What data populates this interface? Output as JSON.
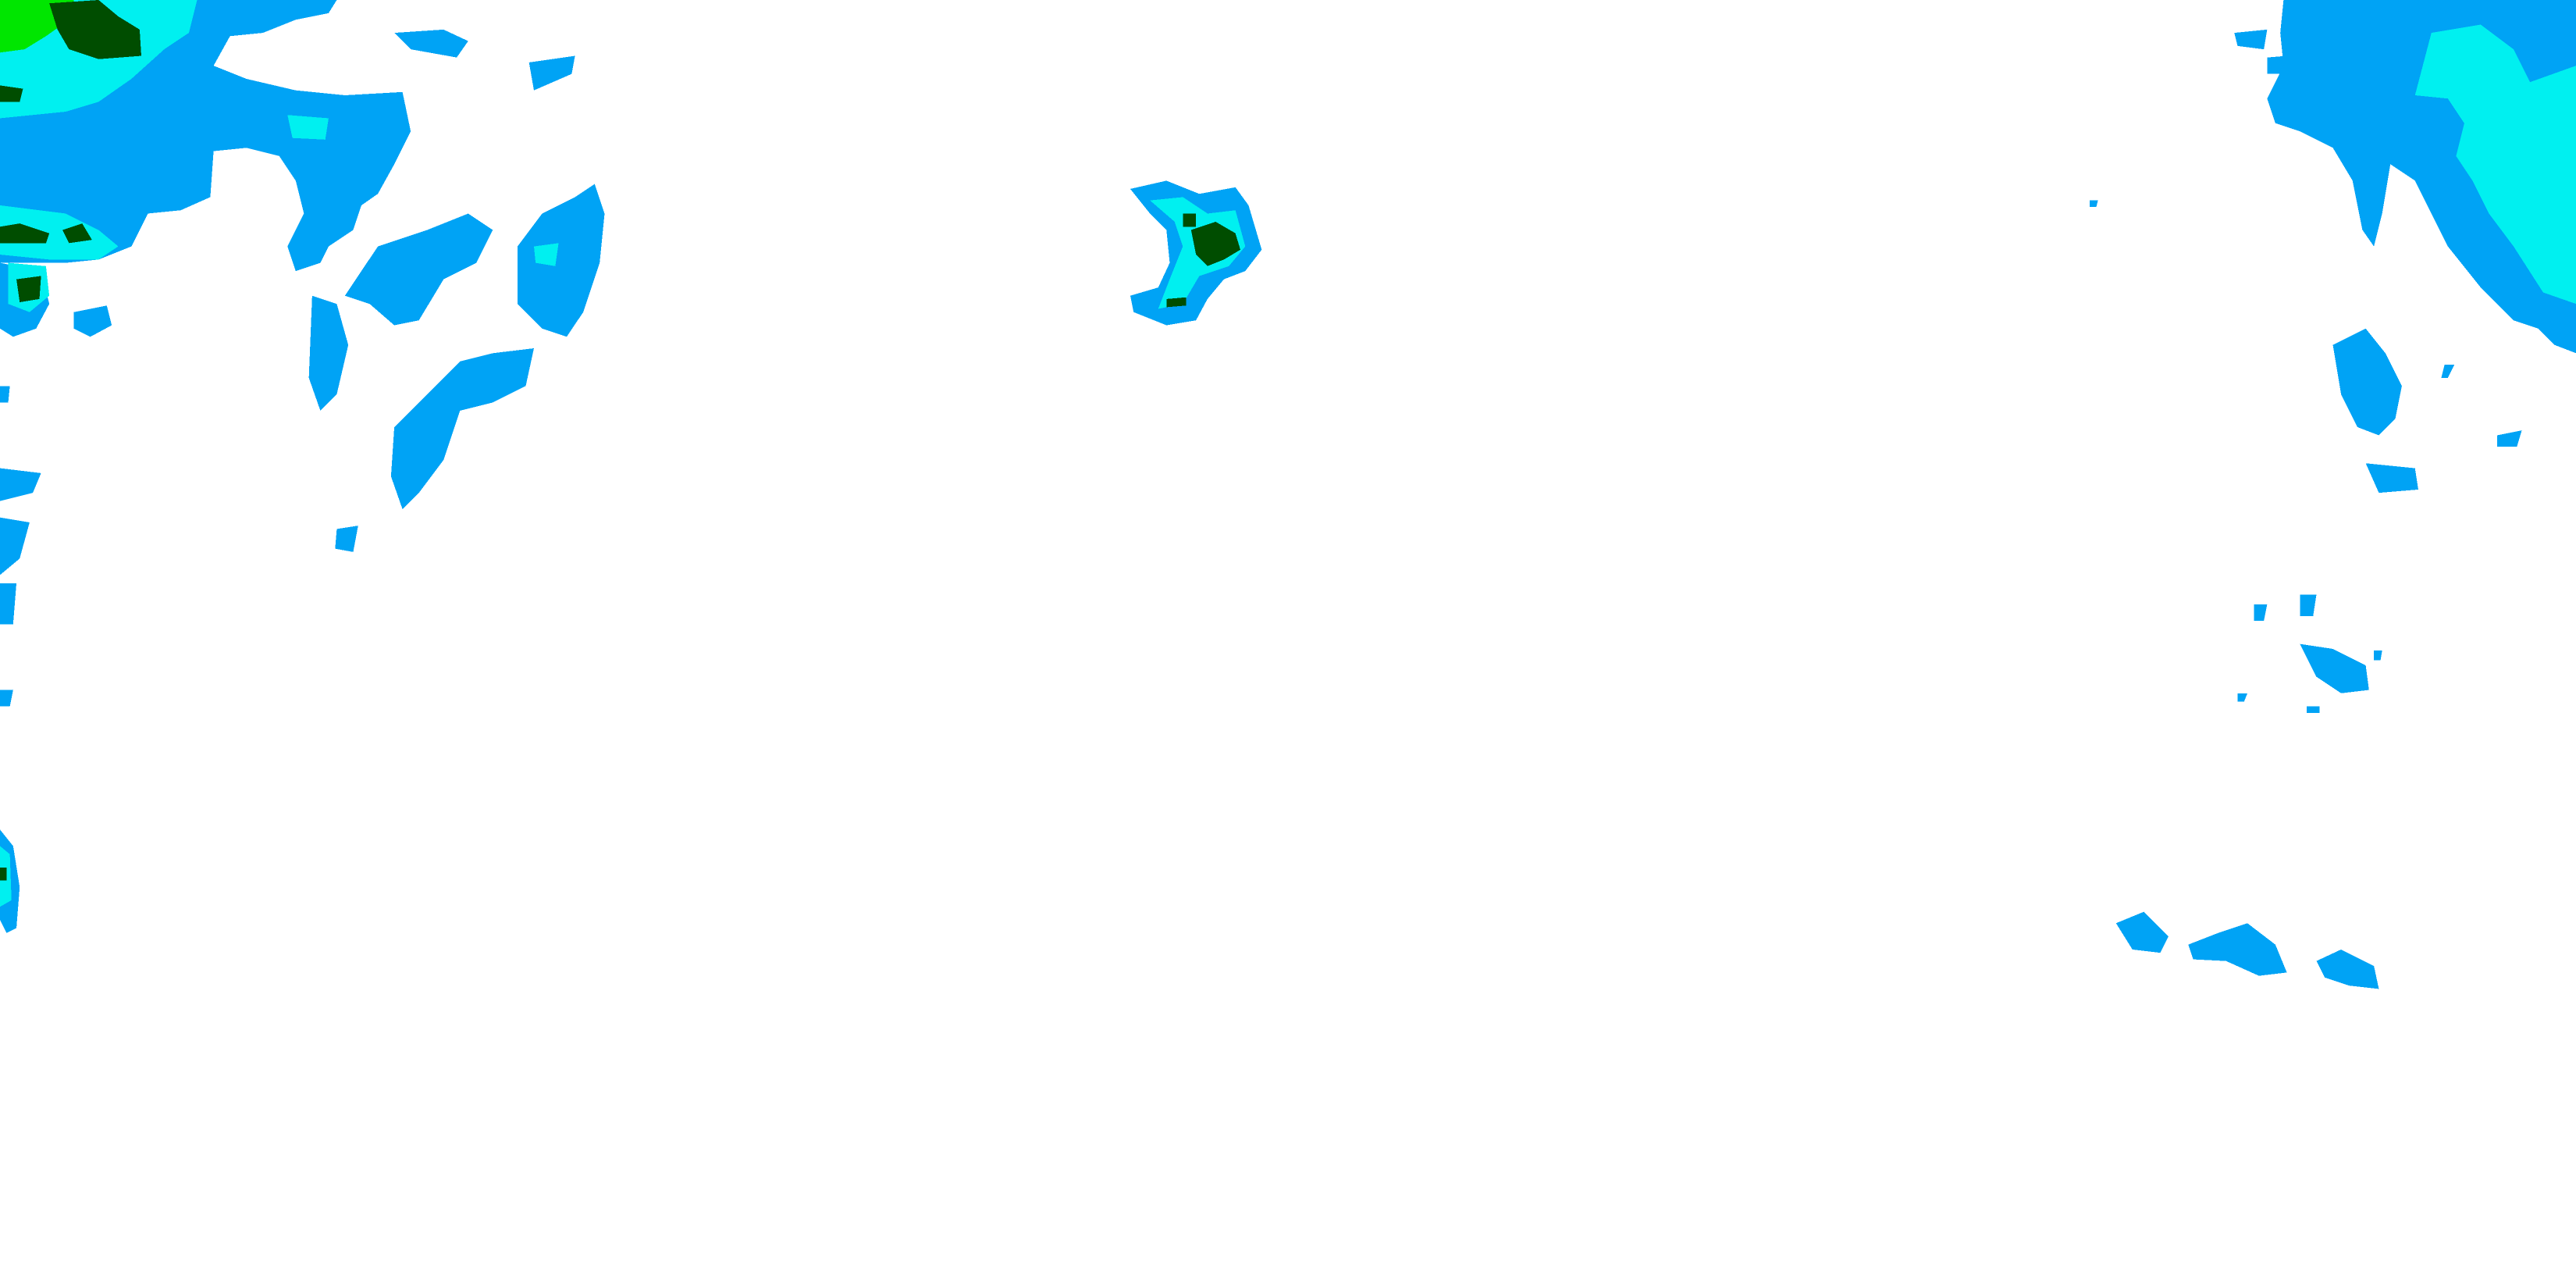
{
  "map": {
    "type": "precipitation-radar-overlay",
    "background_color": "#ffffff",
    "colors": {
      "light": "#00a3f5",
      "moderate": "#00f0f0",
      "heavy": "#00e600",
      "intense": "#004d00"
    },
    "cells": [
      {
        "name": "storm-cell-northwest",
        "intensity_max": "heavy"
      },
      {
        "name": "storm-cell-west-scattered",
        "intensity_max": "moderate"
      },
      {
        "name": "storm-cell-center",
        "intensity_max": "intense"
      },
      {
        "name": "storm-cell-northeast",
        "intensity_max": "moderate"
      },
      {
        "name": "storm-cell-east-scattered",
        "intensity_max": "light"
      },
      {
        "name": "storm-cell-southeast",
        "intensity_max": "light"
      },
      {
        "name": "storm-cell-west-edge",
        "intensity_max": "intense"
      }
    ]
  }
}
